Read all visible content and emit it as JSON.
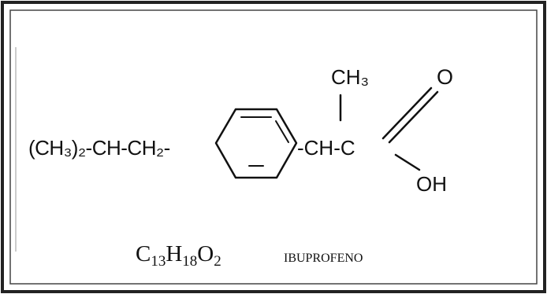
{
  "diagram": {
    "substituent_left": "(CH₃)₂-CH-CH₂-",
    "methyl": "CH₃",
    "alpha_carbon": "-CH-C",
    "oxygen_double": "O",
    "hydroxyl": "OH",
    "formula_parts": {
      "c": "C",
      "c_count": "13",
      "h": "H",
      "h_count": "18",
      "o": "O",
      "o_count": "2"
    },
    "compound_name": "IBUPROFENO"
  }
}
